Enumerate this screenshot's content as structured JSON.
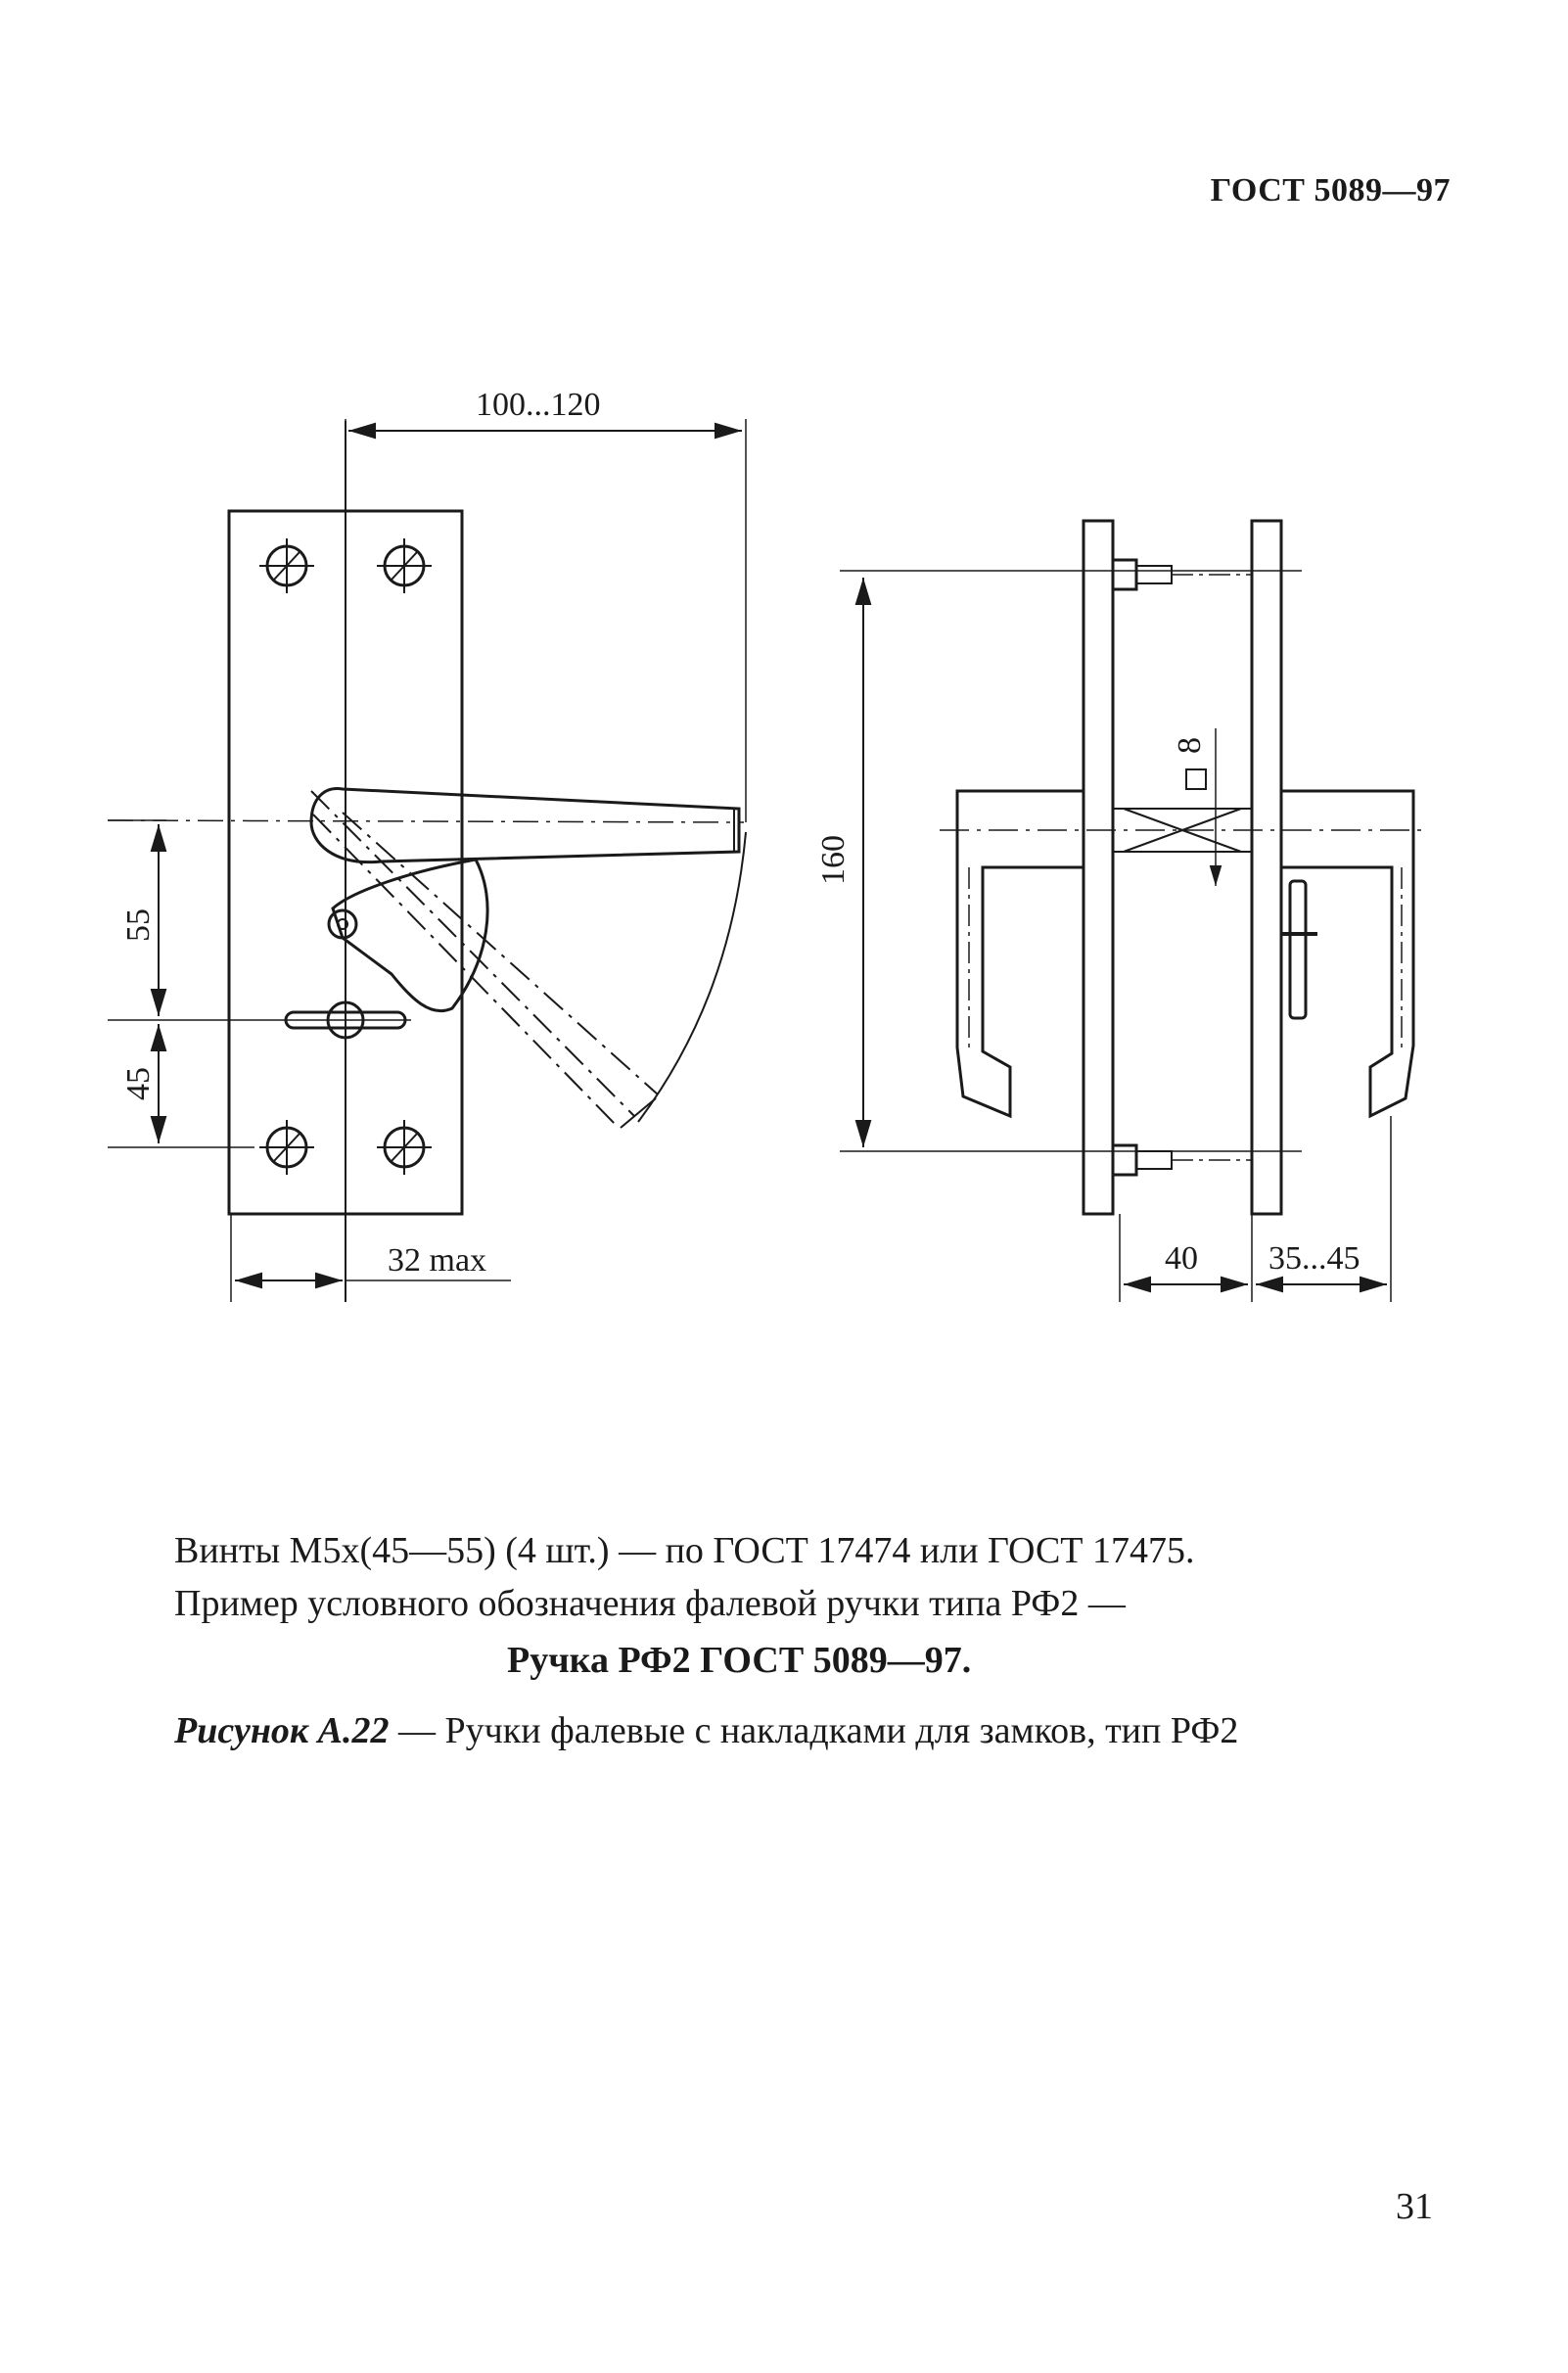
{
  "header": {
    "standard": "ГОСТ 5089—97"
  },
  "figure": {
    "dimensions": {
      "width_range": "100...120",
      "dim_55": "55",
      "dim_45": "45",
      "dim_32max": "32 max",
      "dim_160": "160",
      "dim_8": "8",
      "dim_40": "40",
      "dim_35_45": "35...45"
    }
  },
  "notes": {
    "line1": "Винты М5х(45—55) (4 шт.) — по ГОСТ 17474 или ГОСТ 17475.",
    "line2": "Пример условного обозначения фалевой ручки типа РФ2 —",
    "designation": "Ручка РФ2 ГОСТ 5089—97.",
    "caption_lead": "Рисунок А.22",
    "caption_rest": " — Ручки фалевые с накладками для замков, тип РФ2"
  },
  "page_number": "31"
}
